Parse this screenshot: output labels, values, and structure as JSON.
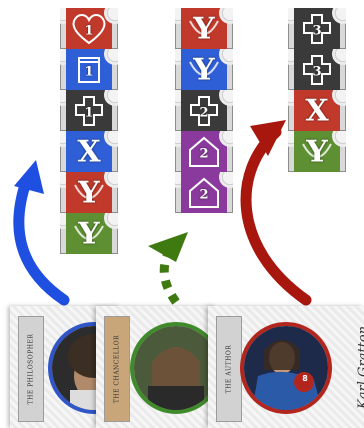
{
  "tokens": {
    "heart_1": {
      "color_name": "red",
      "glyph": "1",
      "icon": "heart-icon"
    },
    "book_1": {
      "color_name": "blue",
      "glyph": "1",
      "icon": "book-icon"
    },
    "cross_1": {
      "color_name": "black",
      "glyph": "1",
      "icon": "cross-icon"
    },
    "x_blue": {
      "color_name": "blue",
      "glyph": "X",
      "icon": "x-mark-icon"
    },
    "y_red": {
      "color_name": "red",
      "glyph": "Y",
      "icon": "y-mark-icon"
    },
    "y_green": {
      "color_name": "green",
      "glyph": "Y",
      "icon": "y-mark-icon"
    },
    "y_red_b": {
      "color_name": "red",
      "glyph": "Y",
      "icon": "y-mark-icon"
    },
    "y_blue": {
      "color_name": "blue",
      "glyph": "Y",
      "icon": "y-mark-icon"
    },
    "cross_2": {
      "color_name": "black",
      "glyph": "2",
      "icon": "cross-icon"
    },
    "house_2a": {
      "color_name": "purple",
      "glyph": "2",
      "icon": "house-icon"
    },
    "house_2b": {
      "color_name": "purple",
      "glyph": "2",
      "icon": "house-icon"
    },
    "cross_3a": {
      "color_name": "black",
      "glyph": "3",
      "icon": "cross-icon"
    },
    "cross_3b": {
      "color_name": "black",
      "glyph": "3",
      "icon": "cross-icon"
    },
    "x_red": {
      "color_name": "red",
      "glyph": "X",
      "icon": "x-mark-icon"
    },
    "y_green_b": {
      "color_name": "green",
      "glyph": "Y",
      "icon": "y-mark-icon"
    }
  },
  "columns": [
    {
      "name": "left",
      "tiles": [
        "heart_1",
        "book_1",
        "cross_1",
        "x_blue",
        "y_red",
        "y_green"
      ]
    },
    {
      "name": "middle",
      "tiles": [
        "y_red_b",
        "y_blue",
        "cross_2",
        "house_2a",
        "house_2b"
      ]
    },
    {
      "name": "right",
      "tiles": [
        "cross_3a",
        "cross_3b",
        "x_red",
        "y_green_b"
      ]
    }
  ],
  "colors": {
    "red": "#c0392b",
    "blue": "#2f5fd6",
    "black": "#3a3a3a",
    "green": "#5e8f32",
    "purple": "#8a3a9c",
    "arrow_blue": "#1f4fe0",
    "arrow_green": "#3f7a10",
    "arrow_red": "#a8170d"
  },
  "arrows": [
    {
      "name": "blue-arrow",
      "color": "arrow_blue",
      "style": "solid"
    },
    {
      "name": "green-arrow",
      "color": "arrow_green",
      "style": "dotted"
    },
    {
      "name": "red-arrow",
      "color": "arrow_red",
      "style": "solid"
    }
  ],
  "cards": [
    {
      "title": "THE PHILOSOPHER",
      "ring_color": "#2f55c8",
      "ribbon": "grey"
    },
    {
      "title": "THE CHANCELLOR",
      "ring_color": "#3f8a2a",
      "ribbon": "tan"
    },
    {
      "title": "THE AUTHOR",
      "ring_color": "#b3261e",
      "ribbon": "grey",
      "signature": "Karl Gratton",
      "badge": "8"
    }
  ]
}
